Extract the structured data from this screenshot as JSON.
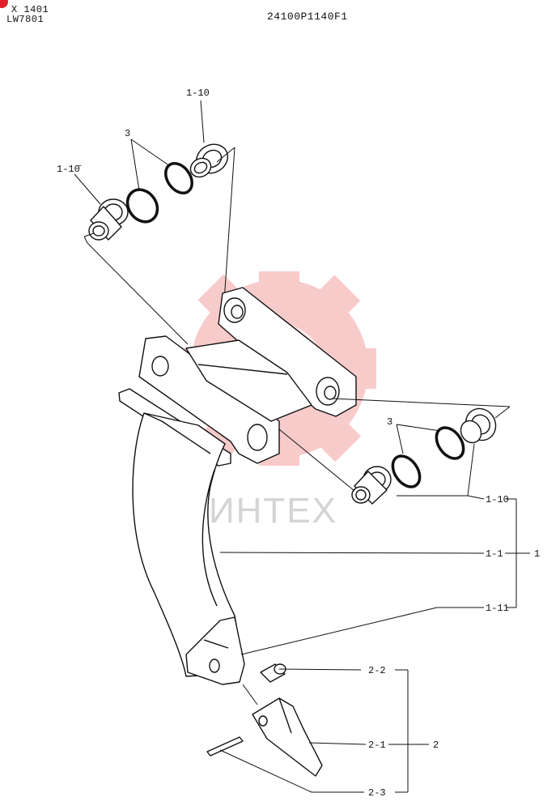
{
  "header": {
    "model_line1": "X 1401",
    "model_line2": "LW7801",
    "document_number": "24100P1140F1"
  },
  "watermark": {
    "text": "ИНТЕХ",
    "color": "#f5b5b5"
  },
  "callouts": {
    "pin_top_right": "1-10",
    "pin_top_left": "1-10̄",
    "ring_top": "3",
    "ring_right": "3",
    "pin_right": "1-10",
    "shank": "1-1",
    "shank_group": "1",
    "protector": "1-11",
    "pin_tooth": "2-2",
    "tooth_point": "2-1",
    "tooth_group": "2",
    "lock_pin": "2-3"
  },
  "colors": {
    "line": "#111111",
    "badge": "#e0202a"
  }
}
